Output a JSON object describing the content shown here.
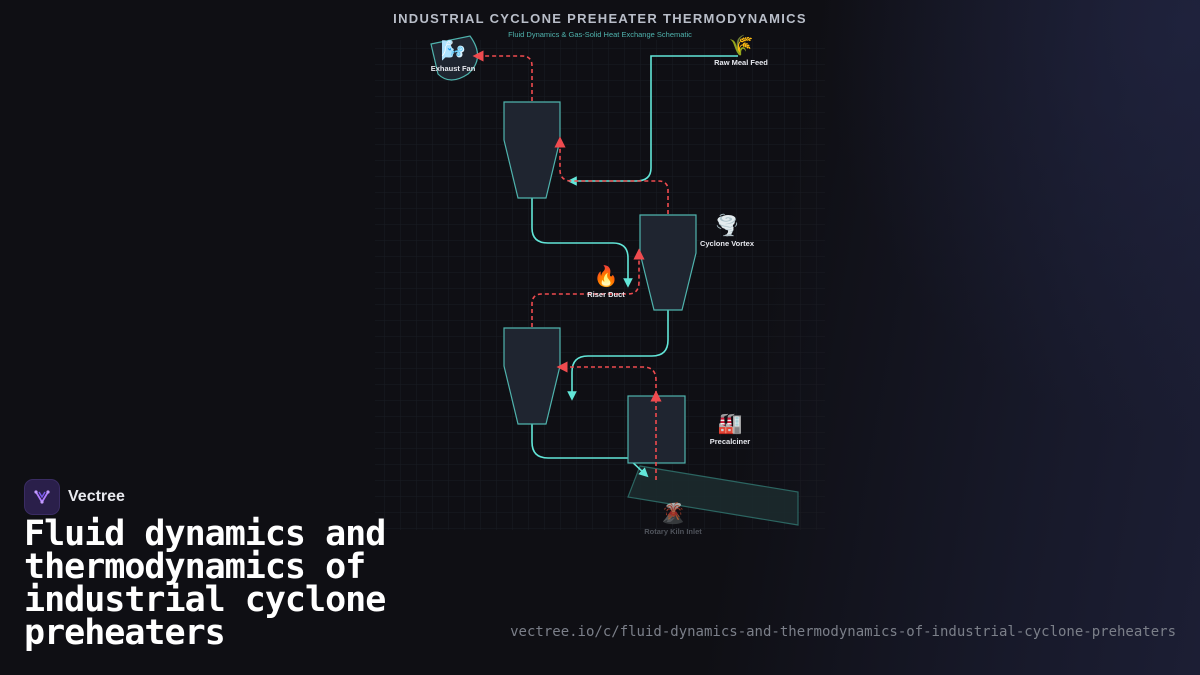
{
  "diagram": {
    "title": "INDUSTRIAL CYCLONE PREHEATER THERMODYNAMICS",
    "subtitle": "Fluid Dynamics & Gas-Solid Heat Exchange Schematic",
    "nodes": {
      "exhaust_fan": {
        "label": "Exhaust Fan",
        "icon": "fan-icon",
        "glyph": "🌬️"
      },
      "raw_meal_feed": {
        "label": "Raw Meal Feed",
        "icon": "wheat-icon",
        "glyph": "🌾"
      },
      "cyclone_vortex": {
        "label": "Cyclone Vortex",
        "icon": "tornado-icon",
        "glyph": "🌪️"
      },
      "riser_duct": {
        "label": "Riser Duct",
        "icon": "fire-icon",
        "glyph": "🔥"
      },
      "precalciner": {
        "label": "Precalciner",
        "icon": "factory-icon",
        "glyph": "🏭"
      },
      "rotary_kiln_inlet": {
        "label": "Rotary Kiln Inlet",
        "icon": "volcano-icon",
        "glyph": "🌋"
      }
    },
    "colors": {
      "gas_flow": "#ef4b4f",
      "material_flow": "#62e6d8",
      "vessel_fill": "#1f2530",
      "vessel_stroke": "#4fb3ad",
      "grid": "#1b1d24"
    }
  },
  "brand": {
    "name": "Vectree",
    "logo_icon": "vectree-logo-icon"
  },
  "headline": "Fluid dynamics and thermodynamics of industrial cyclone preheaters",
  "footer_url": "vectree.io/c/fluid-dynamics-and-thermodynamics-of-industrial-cyclone-preheaters"
}
